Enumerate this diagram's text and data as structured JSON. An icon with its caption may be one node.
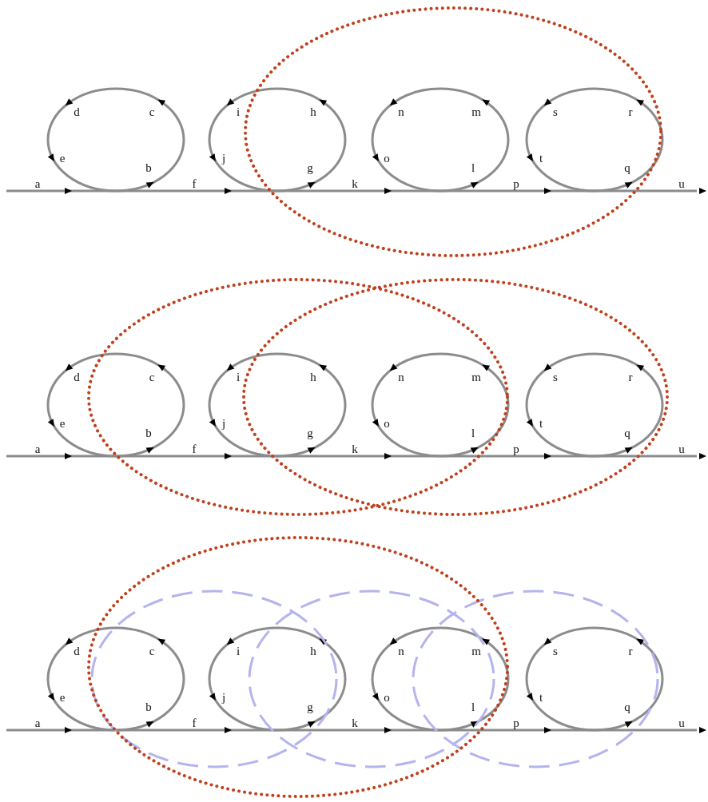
{
  "diagram": {
    "labels": [
      "d",
      "c",
      "i",
      "h",
      "n",
      "m",
      "s",
      "r",
      "e",
      "b",
      "j",
      "g",
      "o",
      "l",
      "t",
      "q",
      "a",
      "f",
      "k",
      "p",
      "u",
      "d",
      "c",
      "i",
      "h",
      "n",
      "m",
      "s",
      "r",
      "e",
      "b",
      "j",
      "g",
      "o",
      "l",
      "t",
      "q",
      "a",
      "f",
      "k",
      "p",
      "u",
      "d",
      "c",
      "i",
      "h",
      "n",
      "m",
      "s",
      "r",
      "e",
      "b",
      "j",
      "g",
      "o",
      "l",
      "t",
      "q",
      "a",
      "f",
      "k",
      "p",
      "u"
    ]
  }
}
